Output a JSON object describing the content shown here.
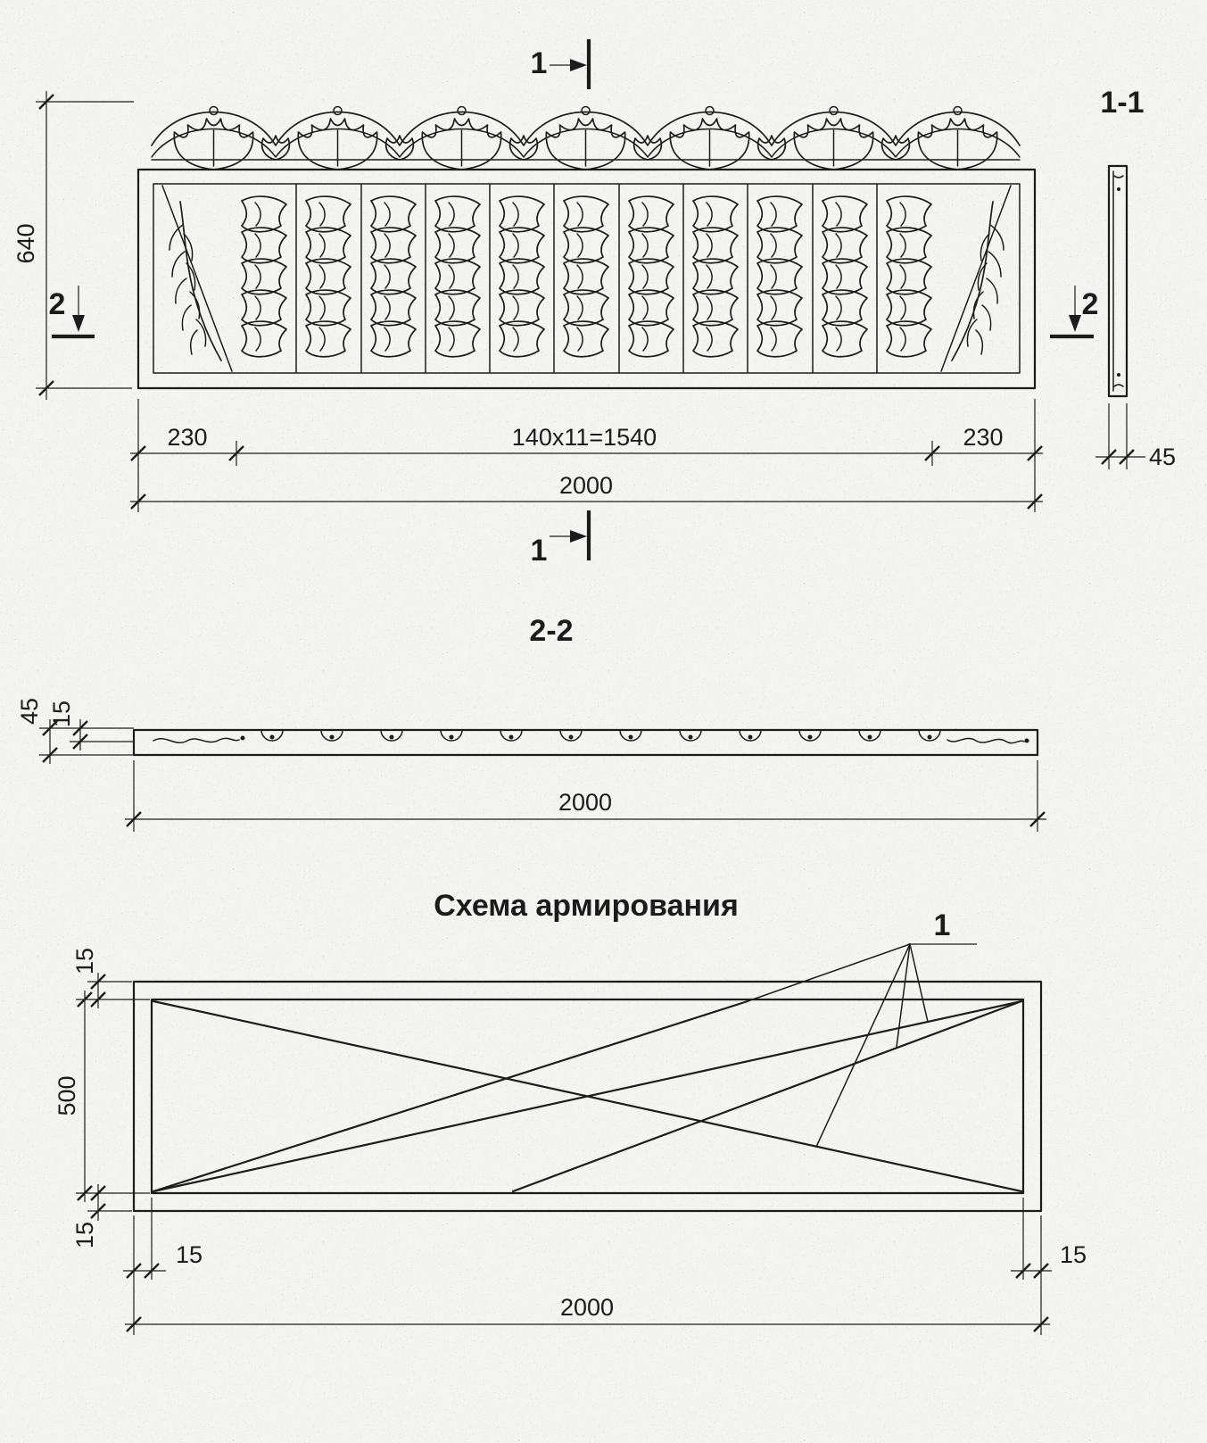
{
  "colors": {
    "paper": "#f4f4f2",
    "ink": "#1c1c1c"
  },
  "elevation": {
    "section_cut_top": "1",
    "section_cut_bottom": "1",
    "section_cut_left": "2",
    "section_cut_right": "2",
    "side_section_label": "1-1",
    "dim_height": "640",
    "dim_left_margin": "230",
    "dim_modules": "140x11=1540",
    "dim_right_margin": "230",
    "dim_total": "2000",
    "dim_side_thickness": "45"
  },
  "section_2_2": {
    "title": "2-2",
    "dim_thickness": "45",
    "dim_relief": "15",
    "dim_total": "2000"
  },
  "reinforcement": {
    "title": "Схема армирования",
    "bar_mark": "1",
    "dim_top_cover": "15",
    "dim_height": "500",
    "dim_bottom_cover": "15",
    "dim_left_cover": "15",
    "dim_right_cover": "15",
    "dim_total": "2000"
  }
}
